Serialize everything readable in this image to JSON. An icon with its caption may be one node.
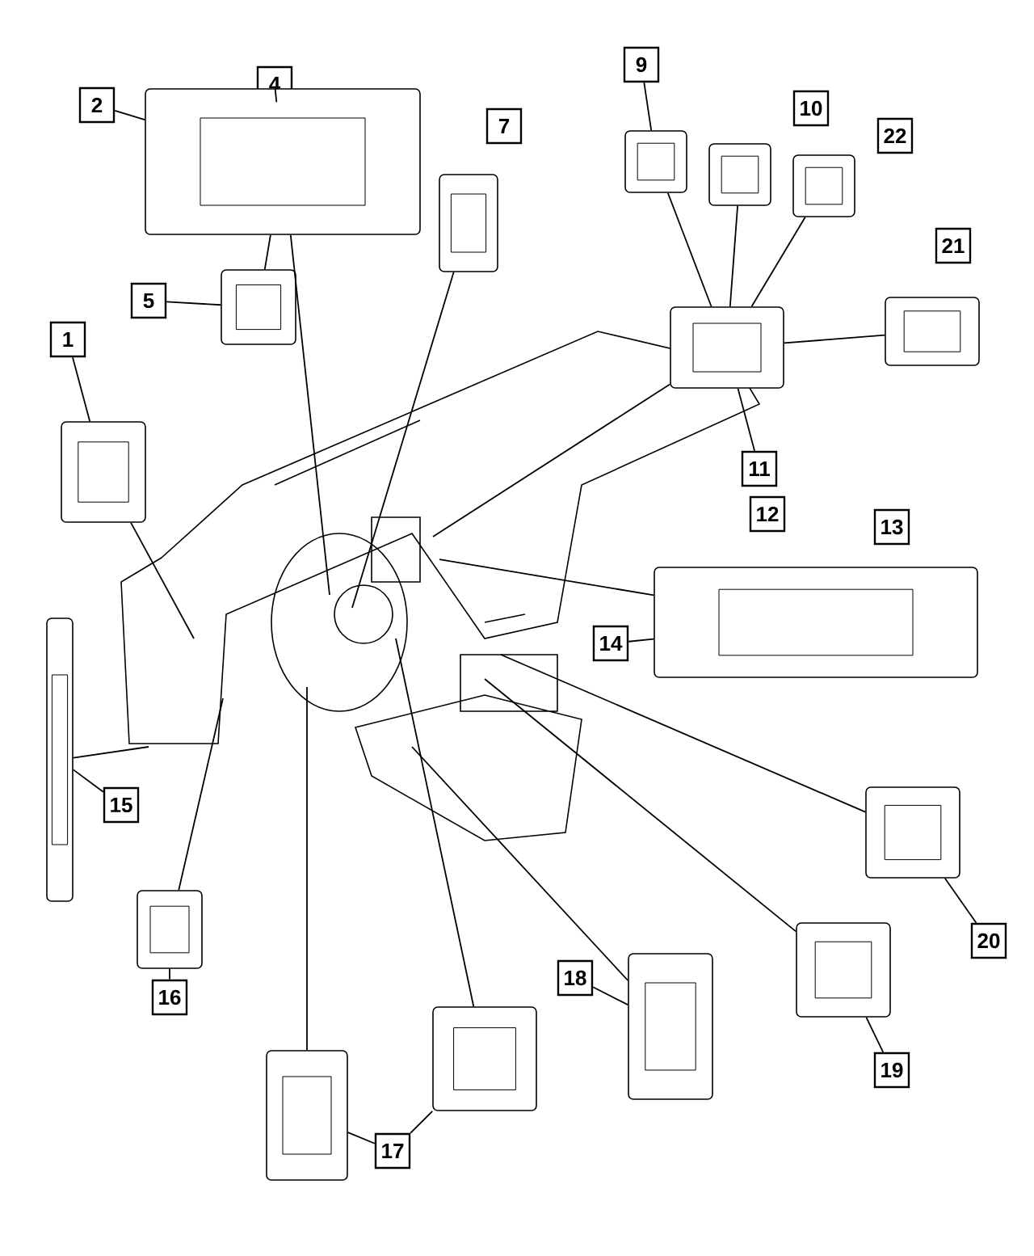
{
  "diagram": {
    "nodes": [
      {
        "text": [
          "2"
        ]
      },
      {
        "text": [
          "4"
        ]
      },
      {
        "text": [],
        "shape": "picture"
      },
      {
        "text": [
          "7"
        ]
      },
      {
        "text": [
          "9"
        ]
      },
      {
        "text": [
          "10"
        ]
      },
      {
        "text": [
          "22"
        ]
      },
      {
        "text": [],
        "shape": "picture"
      },
      {
        "text": [],
        "shape": "picture"
      },
      {
        "text": [],
        "shape": "picture"
      },
      {
        "text": [],
        "shape": "picture"
      },
      {
        "text": [
          "5"
        ]
      },
      {
        "text": [],
        "shape": "picture"
      },
      {
        "text": [
          "21"
        ]
      },
      {
        "text": [
          "1"
        ]
      },
      {
        "text": [],
        "shape": "picture"
      },
      {
        "text": [],
        "shape": "picture"
      },
      {
        "text": [],
        "shape": "picture"
      },
      {
        "text": [
          "11"
        ]
      },
      {
        "text": [
          "12"
        ]
      },
      {
        "text": [
          "13"
        ]
      },
      {
        "text": [],
        "shape": "picture"
      },
      {
        "text": [
          "14"
        ]
      },
      {
        "text": [],
        "shape": "picture"
      },
      {
        "text": [
          "15"
        ]
      },
      {
        "text": [],
        "shape": "picture"
      },
      {
        "text": [],
        "shape": "picture"
      },
      {
        "text": [
          "20"
        ]
      },
      {
        "text": [],
        "shape": "picture"
      },
      {
        "text": [],
        "shape": "picture"
      },
      {
        "text": [
          "18"
        ]
      },
      {
        "text": [
          "16"
        ]
      },
      {
        "text": [
          "19"
        ]
      },
      {
        "text": [],
        "shape": "picture"
      },
      {
        "text": [],
        "shape": "picture"
      },
      {
        "text": [
          "17"
        ]
      }
    ],
    "edges": [
      {
        "from": 0,
        "to": 2,
        "arrow": "none"
      },
      {
        "from": 1,
        "to": 2,
        "arrow": "none"
      },
      {
        "from": 4,
        "to": 7,
        "arrow": "none"
      },
      {
        "from": 14,
        "to": 17,
        "arrow": "none"
      },
      {
        "from": 11,
        "to": 12,
        "arrow": "none"
      },
      {
        "from": 18,
        "to": 16,
        "arrow": "none"
      },
      {
        "from": 22,
        "to": 21,
        "arrow": "none"
      },
      {
        "from": 24,
        "to": 23,
        "arrow": "none"
      },
      {
        "from": 31,
        "to": 26,
        "arrow": "none"
      },
      {
        "from": 35,
        "to": 33,
        "arrow": "none"
      },
      {
        "from": 35,
        "to": 34,
        "arrow": "none"
      },
      {
        "from": 30,
        "to": 29,
        "arrow": "none"
      },
      {
        "from": 32,
        "to": 28,
        "arrow": "none"
      },
      {
        "from": 27,
        "to": 25,
        "arrow": "none"
      },
      {
        "from": 12,
        "to": 2,
        "arrow": "none"
      },
      {
        "from": 7,
        "to": 16,
        "arrow": "none"
      },
      {
        "from": 8,
        "to": 16,
        "arrow": "none"
      },
      {
        "from": 9,
        "to": 16,
        "arrow": "none"
      },
      {
        "from": 15,
        "to": 16,
        "arrow": "none"
      },
      {
        "from": 2,
        "to": null,
        "arrow": "none"
      },
      {
        "from": 10,
        "to": null,
        "arrow": "none"
      },
      {
        "from": 16,
        "to": null,
        "arrow": "none"
      },
      {
        "from": 17,
        "to": null,
        "arrow": "none"
      },
      {
        "from": 21,
        "to": null,
        "arrow": "none"
      },
      {
        "from": 23,
        "to": null,
        "arrow": "none"
      },
      {
        "from": 26,
        "to": null,
        "arrow": "none"
      },
      {
        "from": 33,
        "to": null,
        "arrow": "none"
      },
      {
        "from": 34,
        "to": null,
        "arrow": "none"
      },
      {
        "from": 29,
        "to": null,
        "arrow": "none"
      },
      {
        "from": 28,
        "to": null,
        "arrow": "none"
      },
      {
        "from": 25,
        "to": null,
        "arrow": "none"
      }
    ]
  }
}
